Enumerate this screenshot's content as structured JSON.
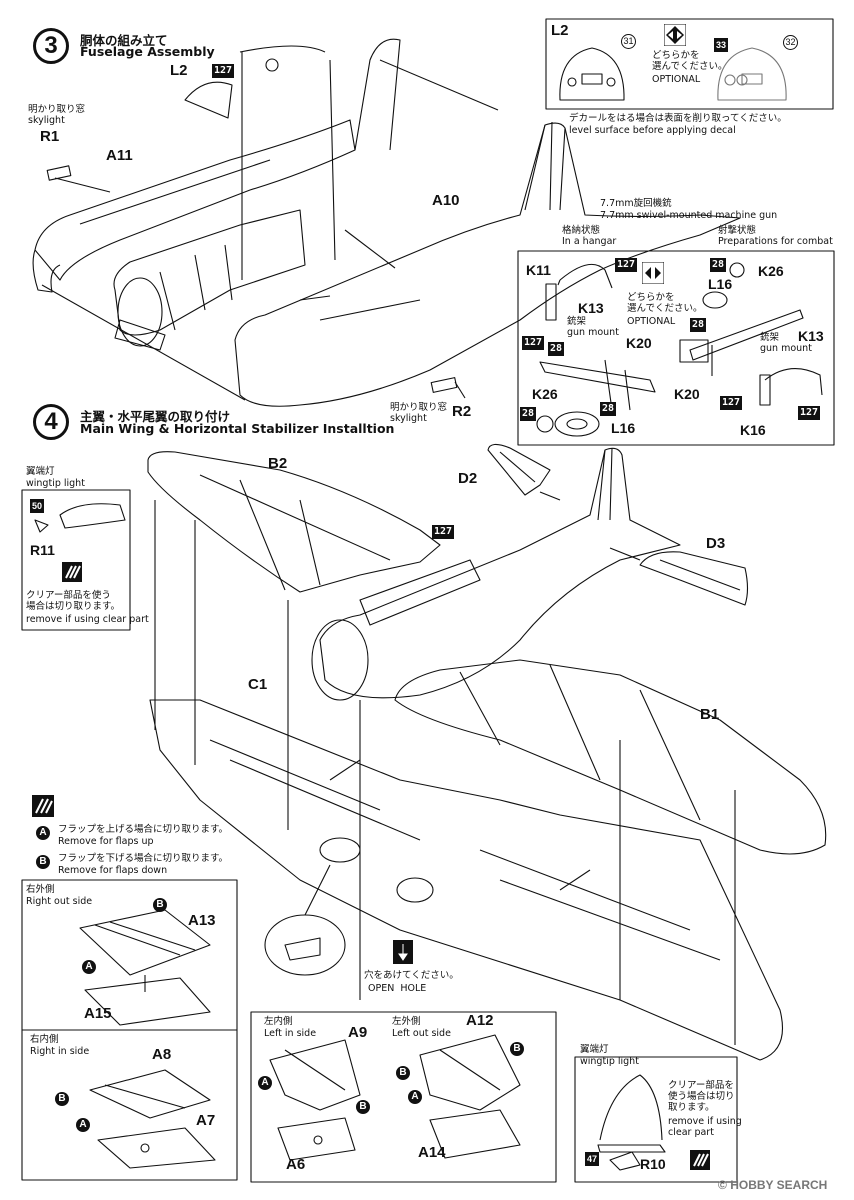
{
  "step3": {
    "number": "3",
    "title_jp": "胴体の組み立て",
    "title_en": "Fuselage Assembly",
    "skylight_jp": "明かり取り窓",
    "skylight_en": "skylight",
    "parts": {
      "r1": "R1",
      "a11": "A11",
      "l2": "L2",
      "a10": "A10",
      "r2": "R2"
    },
    "paint_127": "127"
  },
  "l2_detail": {
    "label": "L2",
    "num_31": "31",
    "num_33": "33",
    "num_32": "32",
    "either_jp": "どちらかを\n選んでください。",
    "optional": "OPTIONAL",
    "decal_note_jp": "デカールをはる場合は表面を削り取ってください。",
    "decal_note_en": "level surface before applying decal"
  },
  "mg_box": {
    "title_jp": "7.7mm旋回機銃",
    "title_en": "7.7mm swivel-mounted machine gun",
    "hangar_jp": "格納状態",
    "hangar_en": "In a hangar",
    "combat_jp": "射撃状態",
    "combat_en": "Preparations for combat",
    "either_jp": "どちらかを\n選んでください。",
    "optional": "OPTIONAL",
    "gun_mount_jp": "銃架",
    "gun_mount_en": "gun mount",
    "parts": {
      "k11": "K11",
      "k13": "K13",
      "k20": "K20",
      "k26": "K26",
      "l16": "L16",
      "k16": "K16"
    },
    "nums": {
      "n127": "127",
      "n28": "28"
    }
  },
  "step4": {
    "number": "4",
    "title_jp": "主翼・水平尾翼の取り付け",
    "title_en": "Main Wing & Horizontal Stabilizer Installtion",
    "parts": {
      "b2": "B2",
      "d2": "D2",
      "d3": "D3",
      "c1": "C1",
      "b1": "B1"
    },
    "paint_127": "127"
  },
  "wingtip_left": {
    "title_jp": "翼端灯",
    "title_en": "wingtip light",
    "num": "50",
    "part": "R11",
    "clear_jp": "クリアー部品を使う\n場合は切り取ります。",
    "clear_en": "remove if using clear part"
  },
  "flaps_note": {
    "a_letter": "A",
    "b_letter": "B",
    "a_jp": "フラップを上げる場合に切り取ります。",
    "a_en": "Remove for flaps up",
    "b_jp": "フラップを下げる場合に切り取ります。",
    "b_en": "Remove for flaps down"
  },
  "right_out": {
    "title_jp": "右外側",
    "title_en": "Right out side",
    "parts": {
      "a13": "A13",
      "a15": "A15"
    }
  },
  "right_in": {
    "title_jp": "右内側",
    "title_en": "Right in side",
    "parts": {
      "a8": "A8",
      "a7": "A7"
    }
  },
  "left_in": {
    "title_jp": "左内側",
    "title_en": "Left in side",
    "parts": {
      "a9": "A9",
      "a6": "A6"
    }
  },
  "left_out": {
    "title_jp": "左外側",
    "title_en": "Left out side",
    "parts": {
      "a12": "A12",
      "a14": "A14"
    }
  },
  "open_hole": {
    "jp": "穴をあけてください。",
    "en": "OPEN  HOLE"
  },
  "wingtip_right": {
    "title_jp": "翼端灯",
    "title_en": "wingtip light",
    "clear_jp": "クリアー部品を\n使う場合は切り\n取ります。",
    "clear_en": "remove if using\nclear part",
    "num": "47",
    "part": "R10"
  },
  "watermark": "HOBBY SEARCH",
  "watermark_c": "©"
}
